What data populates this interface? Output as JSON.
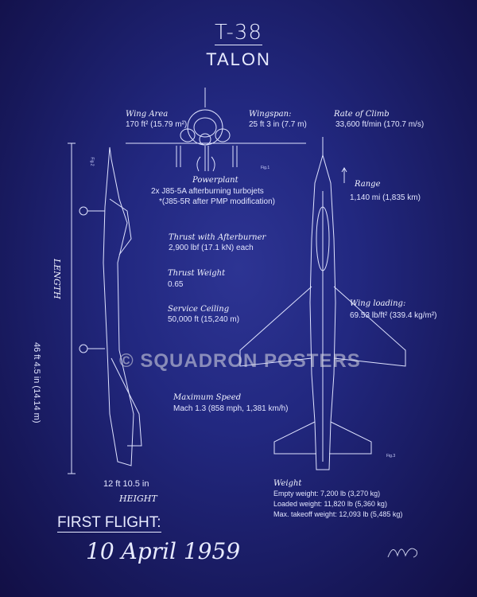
{
  "header": {
    "title": "T-38",
    "subtitle": "TALON"
  },
  "specs": {
    "wing_area": {
      "label": "Wing Area",
      "value": "170 ft² (15.79 m²)"
    },
    "wingspan": {
      "label": "Wingspan:",
      "value": "25 ft 3 in (7.7 m)"
    },
    "rate_of_climb": {
      "label": "Rate of Climb",
      "value": "33,600 ft/min (170.7 m/s)"
    },
    "powerplant": {
      "label": "Powerplant",
      "value1": "2x J85-5A afterburning turbojets",
      "value2": "*(J85-5R after PMP modification)"
    },
    "range": {
      "label": "Range",
      "value": "1,140 mi (1,835 km)"
    },
    "thrust": {
      "label": "Thrust with Afterburner",
      "value": "2,900 lbf (17.1 kN) each"
    },
    "thrust_weight": {
      "label": "Thrust Weight",
      "value": "0.65"
    },
    "service_ceiling": {
      "label": "Service Ceiling",
      "value": "50,000 ft (15,240 m)"
    },
    "wing_loading": {
      "label": "Wing loading:",
      "value": "69.53 lb/ft² (339.4 kg/m²)"
    },
    "max_speed": {
      "label": "Maximum Speed",
      "value": "Mach 1.3 (858 mph, 1,381 km/h)"
    },
    "length": {
      "label": "LENGTH",
      "value": "46 ft 4.5 in (14.14 m)"
    },
    "height": {
      "label": "HEIGHT",
      "value": "12 ft 10.5 in"
    },
    "weight": {
      "label": "Weight",
      "empty": "Empty weight: 7,200 lb (3,270 kg)",
      "loaded": "Loaded weight: 11,820 lb (5,360 kg)",
      "max_takeoff": "Max. takeoff weight: 12,093 lb (5,485 kg)"
    }
  },
  "first_flight": {
    "label": "FIRST FLIGHT:",
    "date": "10 April 1959"
  },
  "figures": {
    "fig1": "Fig.1",
    "fig2": "Fig.2",
    "fig3": "Fig.3"
  },
  "watermark": "© SQUADRON POSTERS"
}
